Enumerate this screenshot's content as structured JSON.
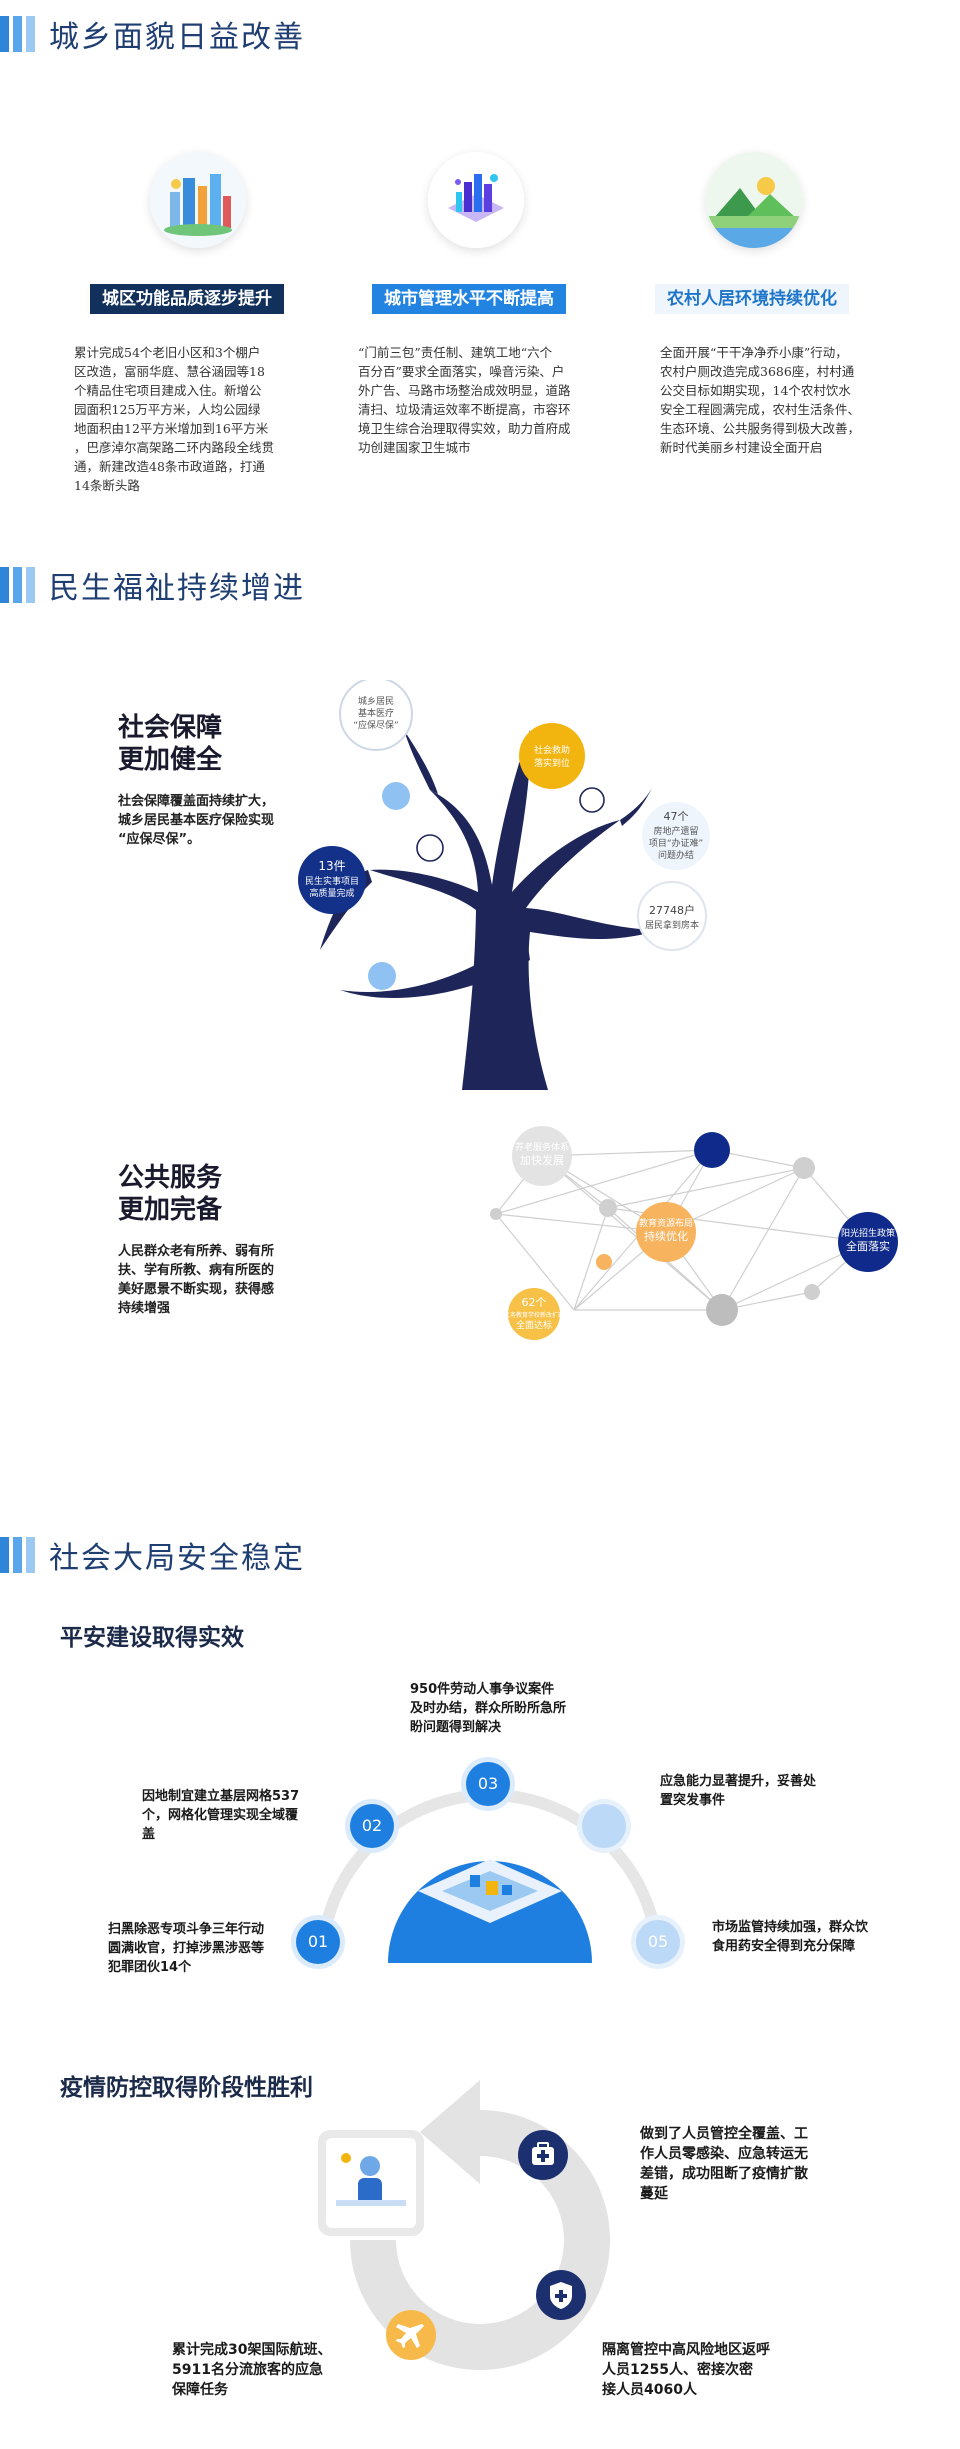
{
  "sections": {
    "urban": {
      "title": "城乡面貌日益改善"
    },
    "livelihood": {
      "title": "民生福祉持续增进"
    },
    "safety": {
      "title": "社会大局安全稳定"
    }
  },
  "urban_cards": [
    {
      "badge": "城区功能品质逐步提升",
      "lines": [
        "累计完成54个老旧小区和3个棚户",
        "区改造，富丽华庭、慧谷涵园等18",
        "个精品住宅项目建成入住。新增公",
        "园面积125万平方米，人均公园绿",
        "地面积由12平方米增加到16平方米",
        "，巴彦淖尔高架路二环内路段全线贯",
        "通，新建改造48条市政道路，打通",
        "14条断头路"
      ]
    },
    {
      "badge": "城市管理水平不断提高",
      "lines": [
        "“门前三包”责任制、建筑工地“六个",
        "百分百”要求全面落实，噪音污染、户",
        "外广告、马路市场整治成效明显，道路",
        "清扫、垃圾清运效率不断提高，市容环",
        "境卫生综合治理取得实效，助力首府成",
        "功创建国家卫生城市"
      ]
    },
    {
      "badge": "农村人居环境持续优化",
      "lines": [
        "全面开展“干干净净乔小康”行动，",
        "农村户厕改造完成3686座，村村通",
        "公交目标如期实现，14个农村饮水",
        "安全工程圆满完成，农村生活条件、",
        "生态环境、公共服务得到极大改善，",
        "新时代美丽乡村建设全面开启"
      ]
    }
  ],
  "social_security": {
    "title_lines": [
      "社会保障",
      "更加健全"
    ],
    "desc_lines": [
      "社会保障覆盖面持续扩大，",
      "城乡居民基本医疗保险实现",
      "“应保尽保”。"
    ],
    "nodes": {
      "medical": [
        "城乡居民",
        "基本医疗",
        "“应保尽保”"
      ],
      "relief": [
        "社会救助",
        "落实到位"
      ],
      "realestate": [
        "47个",
        "房地产遗留",
        "项目“办证难”",
        "问题办结"
      ],
      "resettle": [
        "27748户",
        "居民拿到房本"
      ],
      "projects": [
        "13件",
        "民生实事项目",
        "高质量完成"
      ]
    }
  },
  "public_service": {
    "title_lines": [
      "公共服务",
      "更加完备"
    ],
    "desc_lines": [
      "人民群众老有所养、弱有所",
      "扶、学有所教、病有所医的",
      "美好愿景不断实现，获得感",
      "持续增强"
    ],
    "nodes": {
      "grey": [
        "养老服务体系",
        "加快发展"
      ],
      "orange": [
        "教育资源布局",
        "持续优化"
      ],
      "navy": [
        "阳光招生政策",
        "全面落实"
      ],
      "gold": [
        "62个",
        "义务教育学校新改扩建",
        "全面达标"
      ]
    }
  },
  "safe_building": {
    "title": "平安建设取得实效",
    "items": [
      {
        "num": "01",
        "lines": [
          "扫黑除恶专项斗争三年行动",
          "圆满收官，打掉涉黑涉恶等",
          "犯罪团伙14个"
        ]
      },
      {
        "num": "02",
        "lines": [
          "因地制宜建立基层网格537",
          "个，网格化管理实现全域覆",
          "盖"
        ]
      },
      {
        "num": "03",
        "lines": [
          "950件劳动人事争议案件",
          "及时办结，群众所盼所急所",
          "盼问题得到解决"
        ]
      },
      {
        "num": "",
        "lines": [
          "应急能力显著提升，妥善处",
          "置突发事件"
        ]
      },
      {
        "num": "05",
        "lines": [
          "市场监管持续加强，群众饮",
          "食用药安全得到充分保障"
        ]
      }
    ]
  },
  "epidemic": {
    "title": "疫情防控取得阶段性胜利",
    "items": [
      {
        "icon": "medical-kit-icon",
        "lines": [
          "做到了人员管控全覆盖、工",
          "作人员零感染、应急转运无",
          "差错，成功阻断了疫情扩散",
          "蔓延"
        ]
      },
      {
        "icon": "shield-cross-icon",
        "lines": [
          "隔离管控中高风险地区返呼",
          "人员1255人、密接次密",
          "接人员4060人"
        ]
      },
      {
        "icon": "airplane-icon",
        "lines": [
          "累计完成30架国际航班、",
          "5911名分流旅客的应急",
          "保障任务"
        ]
      }
    ]
  },
  "colors": {
    "navy": "#12305c",
    "blue": "#2284e0",
    "light_blue": "#8fc1f2",
    "gold": "#f2b40f",
    "orange": "#f7b35e",
    "grey": "#c7c7c7"
  }
}
